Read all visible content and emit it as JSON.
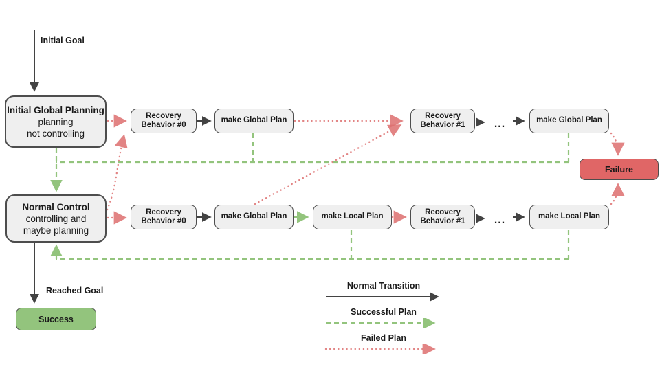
{
  "labels": {
    "initial_goal": "Initial Goal",
    "reached_goal": "Reached Goal"
  },
  "nodes": {
    "initial_global_planning": {
      "title": "Initial Global Planning",
      "subtitle": "planning\nnot controlling"
    },
    "normal_control": {
      "title": "Normal Control",
      "subtitle": "controlling and\nmaybe planning"
    },
    "success": "Success",
    "failure": "Failure"
  },
  "row1": {
    "rb0": "Recovery Behavior #0",
    "make_global_plan": "make Global Plan",
    "rb1": "Recovery Behavior #1",
    "dots": "...",
    "make_global_plan_2": "make Global Plan"
  },
  "row2": {
    "rb0": "Recovery Behavior #0",
    "make_global_plan": "make Global Plan",
    "make_local_plan": "make Local Plan",
    "rb1": "Recovery Behavior #1",
    "dots": "...",
    "make_local_plan_2": "make Local Plan"
  },
  "legend": {
    "items": [
      {
        "label": "Normal Transition",
        "style": "solid"
      },
      {
        "label": "Successful Plan",
        "style": "dashed"
      },
      {
        "label": "Failed Plan",
        "style": "dotted"
      }
    ]
  },
  "colors": {
    "normal_transition": "#434343",
    "successful_plan": "#93c47d",
    "failed_plan": "#dd6f6f",
    "node_fill": "#efefef",
    "node_border": "#4d4d4d",
    "failure_fill": "#e06666",
    "success_fill": "#93c47d"
  }
}
